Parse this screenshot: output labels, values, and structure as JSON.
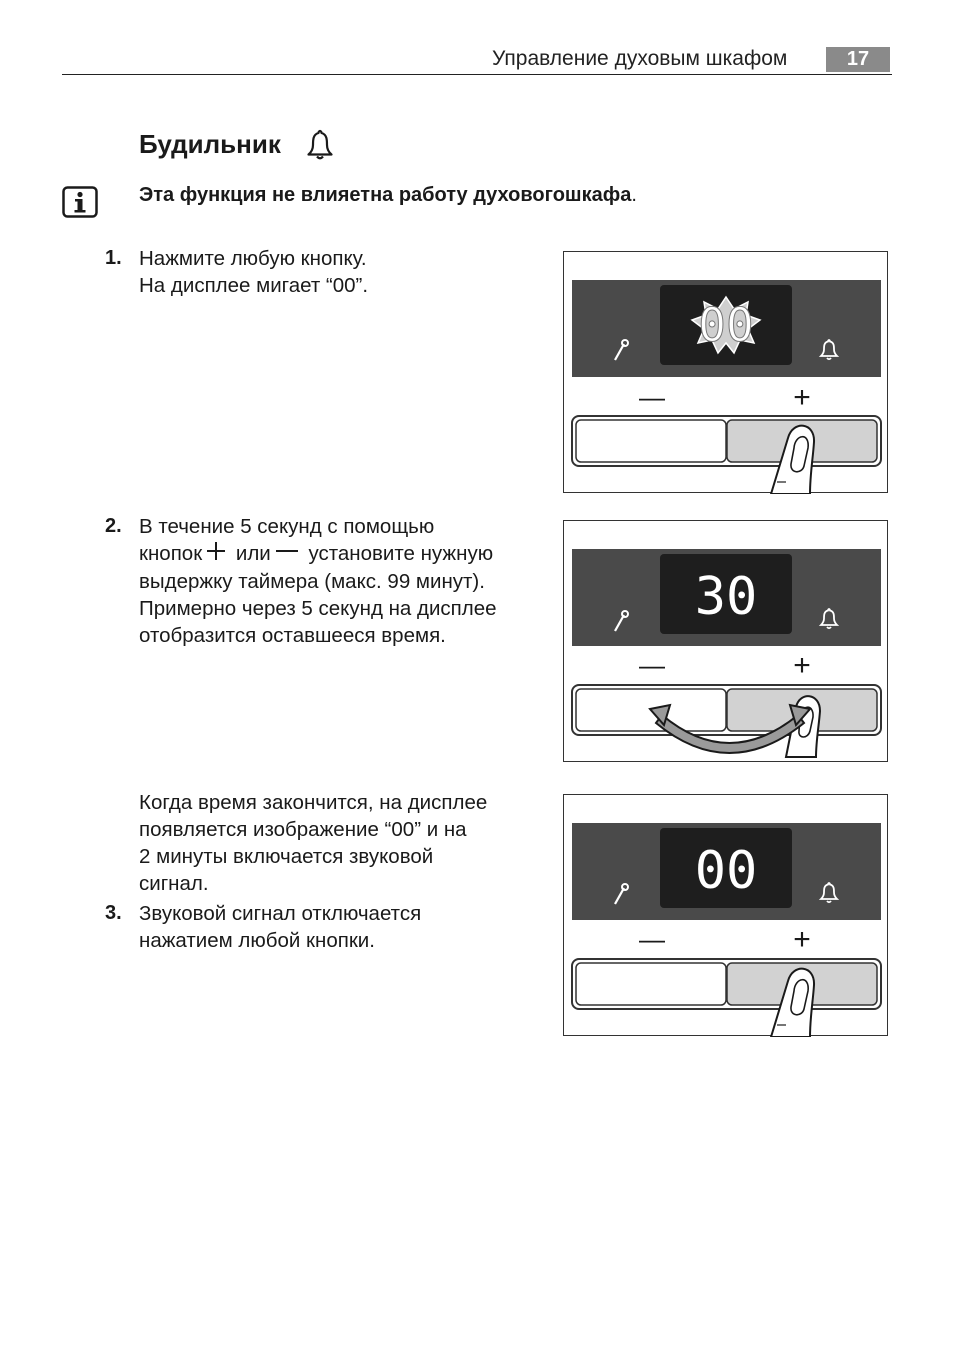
{
  "header": {
    "title": "Управление духовым шкафом",
    "page_number": "17"
  },
  "section": {
    "title": "Будильник",
    "title_icon": "bell-icon"
  },
  "note": {
    "icon": "info-icon",
    "text": "Эта функция не  влияетна работу  духовогошкафа",
    "period": "."
  },
  "steps": [
    {
      "number": "1.",
      "lines": [
        "Нажмите любую кнопку.",
        "На дисплее мигает “00”."
      ]
    },
    {
      "number": "2.",
      "line1": "В течение 5 секунд с помощью",
      "line2_before": "кнопок",
      "line2_or": "или",
      "line2_after": "установите нужную",
      "lines_rest": [
        "выдержку таймера (макс. 99 минут).",
        "Примерно через 5 секунд на дисплее",
        "отобразится оставшееся время."
      ]
    },
    {
      "number": "",
      "lines": [
        "Когда время закончится, на дисплее",
        "появляется изображение “00” и на",
        "2 минуты включается звуковой",
        "сигнал."
      ]
    },
    {
      "number": "3.",
      "lines": [
        "Звуковой сигнал отключается",
        "нажатием любой кнопки."
      ]
    }
  ],
  "illustrations": [
    {
      "display": "00",
      "display_state": "blinking",
      "minus_label": "—",
      "plus_label": "+",
      "action": "press"
    },
    {
      "display": "30",
      "display_state": "steady",
      "minus_label": "—",
      "plus_label": "+",
      "action": "swipe"
    },
    {
      "display": "00",
      "display_state": "steady",
      "minus_label": "—",
      "plus_label": "+",
      "action": "press"
    }
  ],
  "colors": {
    "panel": "#4a4a4a",
    "display": "#1e1e1e",
    "page_tab": "#8a8a8a",
    "button_pressed": "#d2d2d2"
  }
}
